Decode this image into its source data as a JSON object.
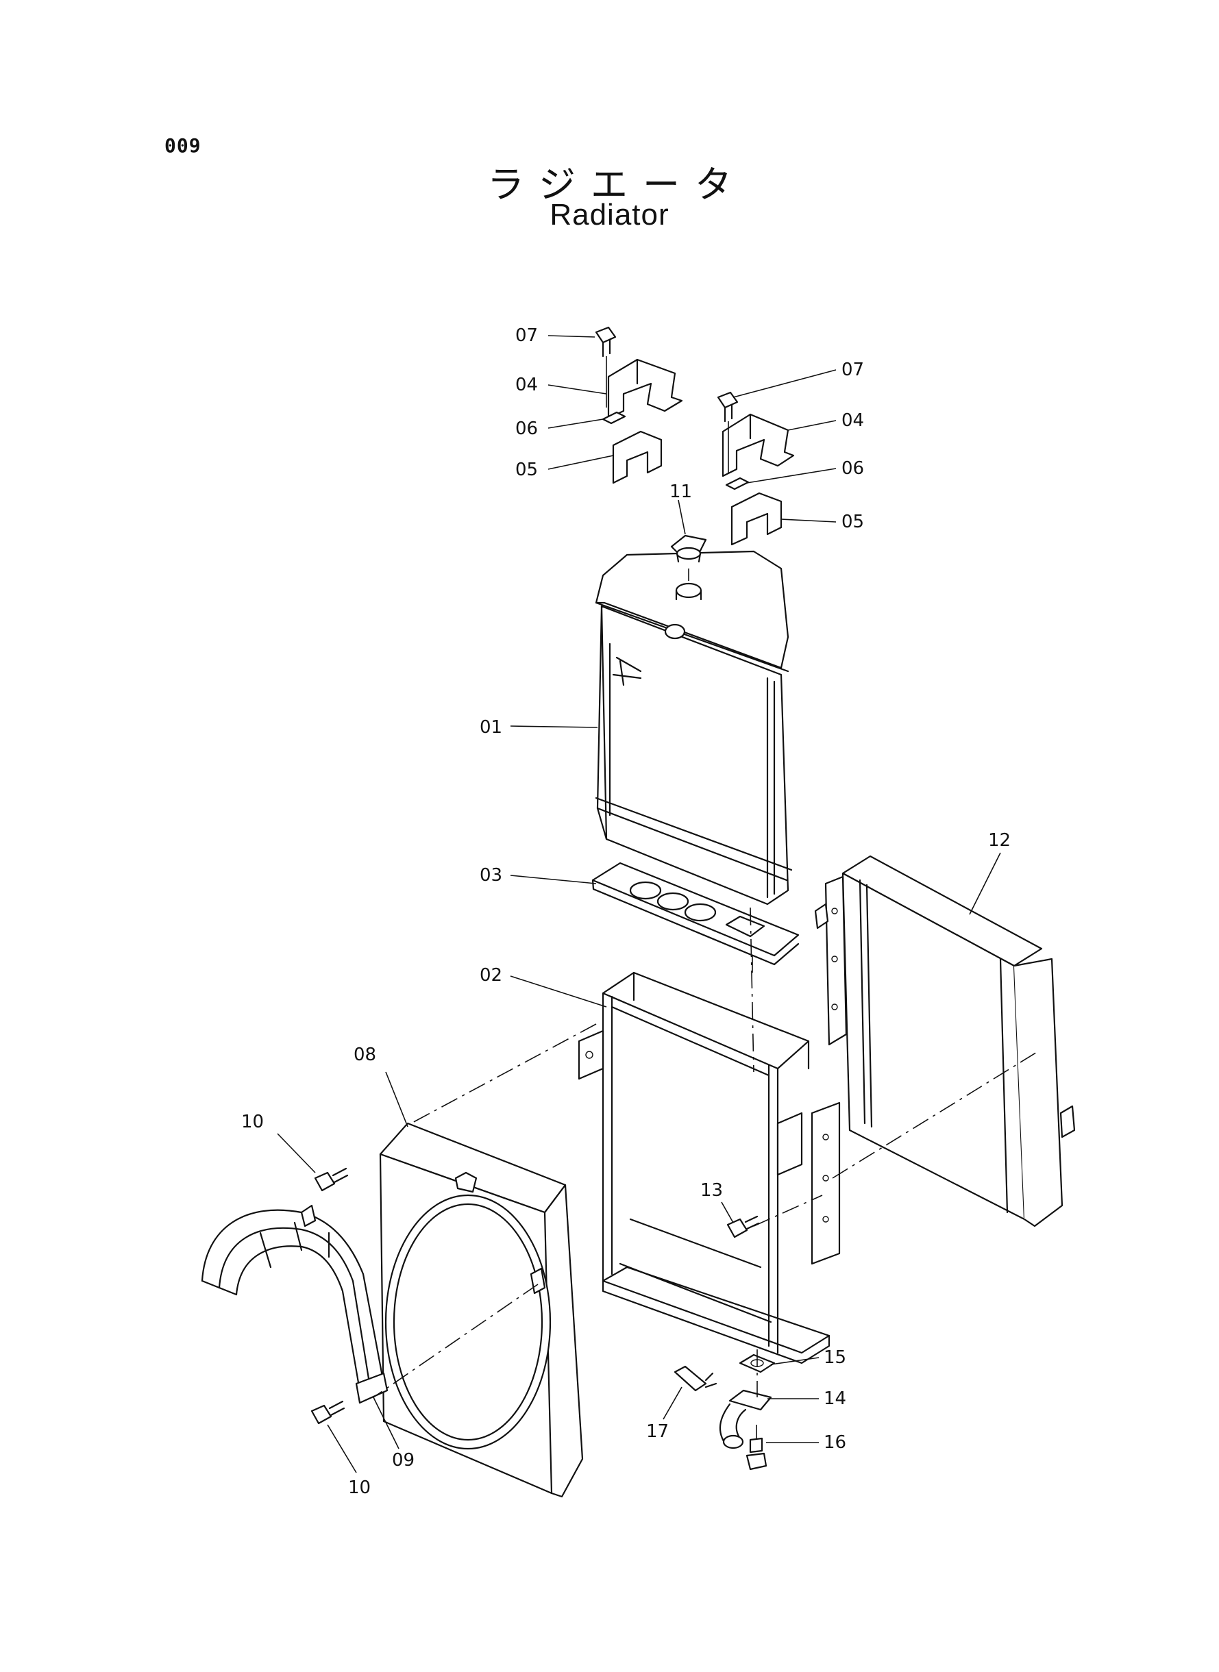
{
  "page_number": "009",
  "title_jp": "ラジエータ",
  "title_en": "Radiator",
  "callouts": {
    "c01": "01",
    "c02": "02",
    "c03": "03",
    "c04a": "04",
    "c04b": "04",
    "c05a": "05",
    "c05b": "05",
    "c06a": "06",
    "c06b": "06",
    "c07a": "07",
    "c07b": "07",
    "c08": "08",
    "c09": "09",
    "c10a": "10",
    "c10b": "10",
    "c11": "11",
    "c12": "12",
    "c13": "13",
    "c14": "14",
    "c15": "15",
    "c16": "16",
    "c17": "17"
  }
}
